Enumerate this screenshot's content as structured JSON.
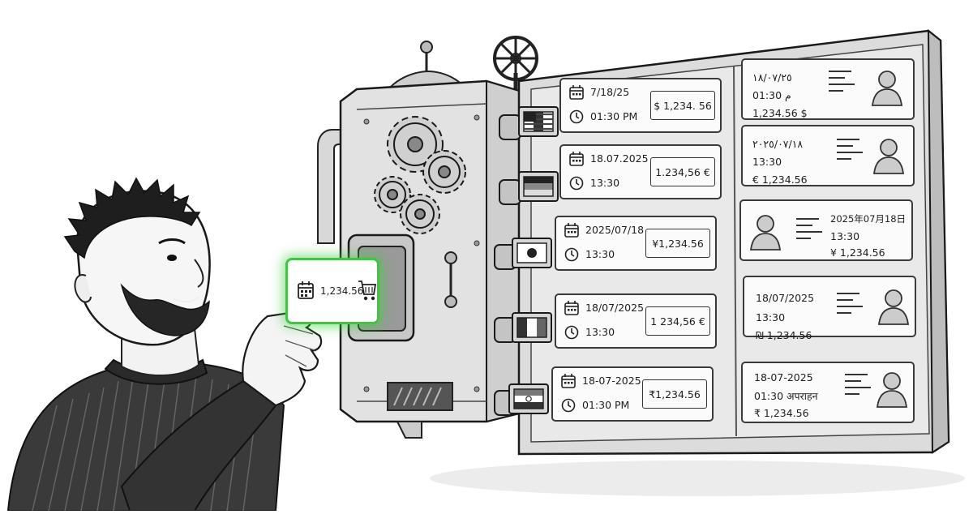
{
  "input_card": {
    "amount": "1,234.56"
  },
  "left_cards": [
    {
      "date": "7/18/25",
      "time": "01:30 PM",
      "amount": "$ 1,234. 56",
      "flag": [
        "#ffffff",
        "#333333",
        "#ffffff"
      ]
    },
    {
      "date": "18.07.2025",
      "time": "13:30",
      "amount": "1.234,56 €",
      "flag": [
        "#222222",
        "#888888",
        "#dddddd"
      ]
    },
    {
      "date": "2025/07/18",
      "time": "13:30",
      "amount": "¥1,234.56",
      "flag": [
        "#ffffff",
        "#ffffff",
        "#ffffff"
      ]
    },
    {
      "date": "18/07/2025",
      "time": "13:30",
      "amount": "1 234,56 €",
      "flag": [
        "#333333",
        "#ffffff",
        "#666666"
      ]
    },
    {
      "date": "18-07-2025",
      "time": "01:30 PM",
      "amount": "₹1,234.56",
      "flag": [
        "#777777",
        "#ffffff",
        "#333333"
      ]
    }
  ],
  "right_cards": [
    {
      "lines": [
        "١٨/٠٧/٢٥",
        "م 01:30",
        "1,234.56 $"
      ]
    },
    {
      "lines": [
        "٢٠٢٥/٠٧/١٨",
        "13:30",
        "€ 1,234.56"
      ]
    },
    {
      "lines": [
        "2025年07月18日",
        "13:30",
        "¥ 1,234.56"
      ]
    },
    {
      "lines": [
        "18/07/2025",
        "13:30",
        "₪ 1,234.56"
      ]
    },
    {
      "lines": [
        "18-07-2025",
        "01:30 अपराहन",
        "₹ 1,234.56"
      ]
    }
  ]
}
